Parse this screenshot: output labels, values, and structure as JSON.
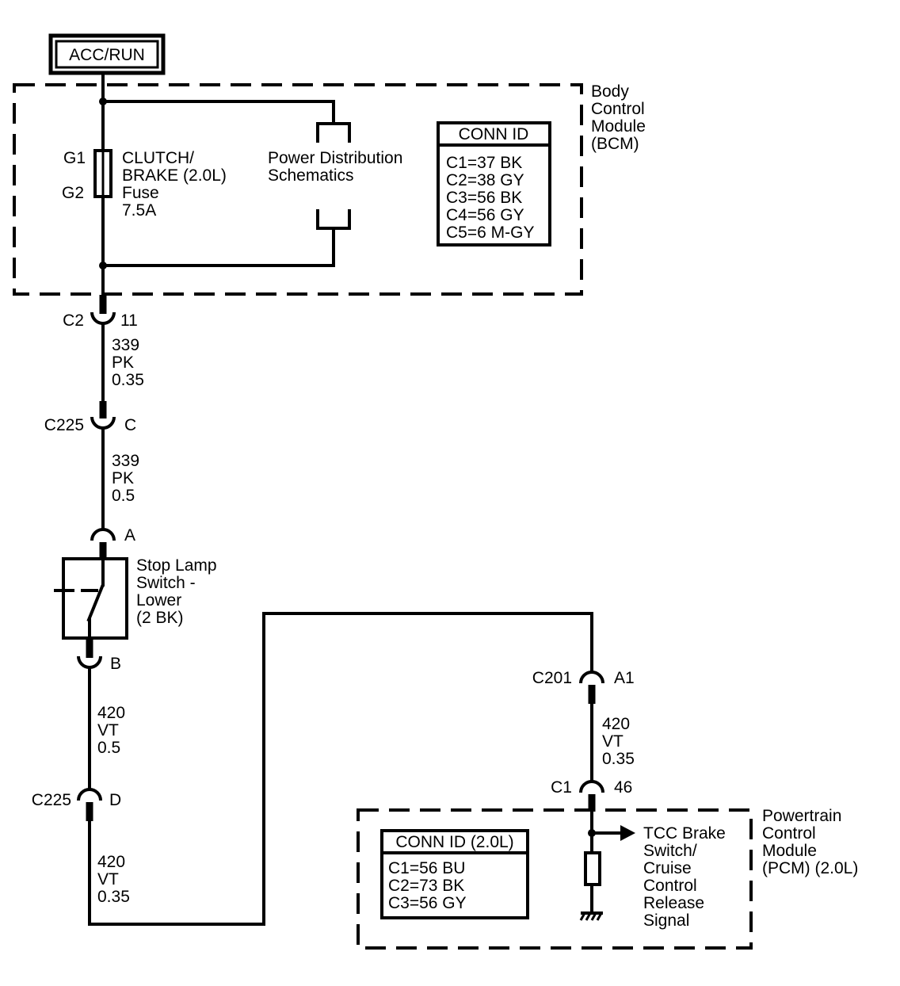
{
  "power_source": "ACC/RUN",
  "bcm": {
    "label_lines": [
      "Body",
      "Control",
      "Module",
      "(BCM)"
    ],
    "conn_id_title": "CONN ID",
    "conn_id_lines": [
      "C1=37 BK",
      "C2=38 GY",
      "C3=56 BK",
      "C4=56 GY",
      "C5=6 M-GY"
    ],
    "fuse_terminal_top": "G1",
    "fuse_terminal_bottom": "G2",
    "fuse_label_lines": [
      "CLUTCH/",
      "BRAKE (2.0L)",
      "Fuse",
      "7.5A"
    ],
    "power_dist_lines": [
      "Power Distribution",
      "Schematics"
    ]
  },
  "connectors": {
    "c2": {
      "name": "C2",
      "pin": "11"
    },
    "c225_upper": {
      "name": "C225",
      "pin": "C"
    },
    "switch_a": {
      "pin": "A"
    },
    "switch_b": {
      "pin": "B"
    },
    "c225_lower": {
      "name": "C225",
      "pin": "D"
    },
    "c201": {
      "name": "C201",
      "pin": "A1"
    },
    "c1_pcm": {
      "name": "C1",
      "pin": "46"
    }
  },
  "wires": {
    "w1": [
      "339",
      "PK",
      "0.35"
    ],
    "w2": [
      "339",
      "PK",
      "0.5"
    ],
    "w3": [
      "420",
      "VT",
      "0.5"
    ],
    "w4": [
      "420",
      "VT",
      "0.35"
    ],
    "w5": [
      "420",
      "VT",
      "0.35"
    ]
  },
  "stop_lamp_switch_lines": [
    "Stop Lamp",
    "Switch -",
    "Lower",
    "(2 BK)"
  ],
  "pcm": {
    "label_lines": [
      "Powertrain",
      "Control",
      "Module",
      "(PCM) (2.0L)"
    ],
    "conn_id_title": "CONN ID (2.0L)",
    "conn_id_lines": [
      "C1=56 BU",
      "C2=73 BK",
      "C3=56 GY"
    ],
    "signal_lines": [
      "TCC Brake",
      "Switch/",
      "Cruise",
      "Control",
      "Release",
      "Signal"
    ]
  }
}
